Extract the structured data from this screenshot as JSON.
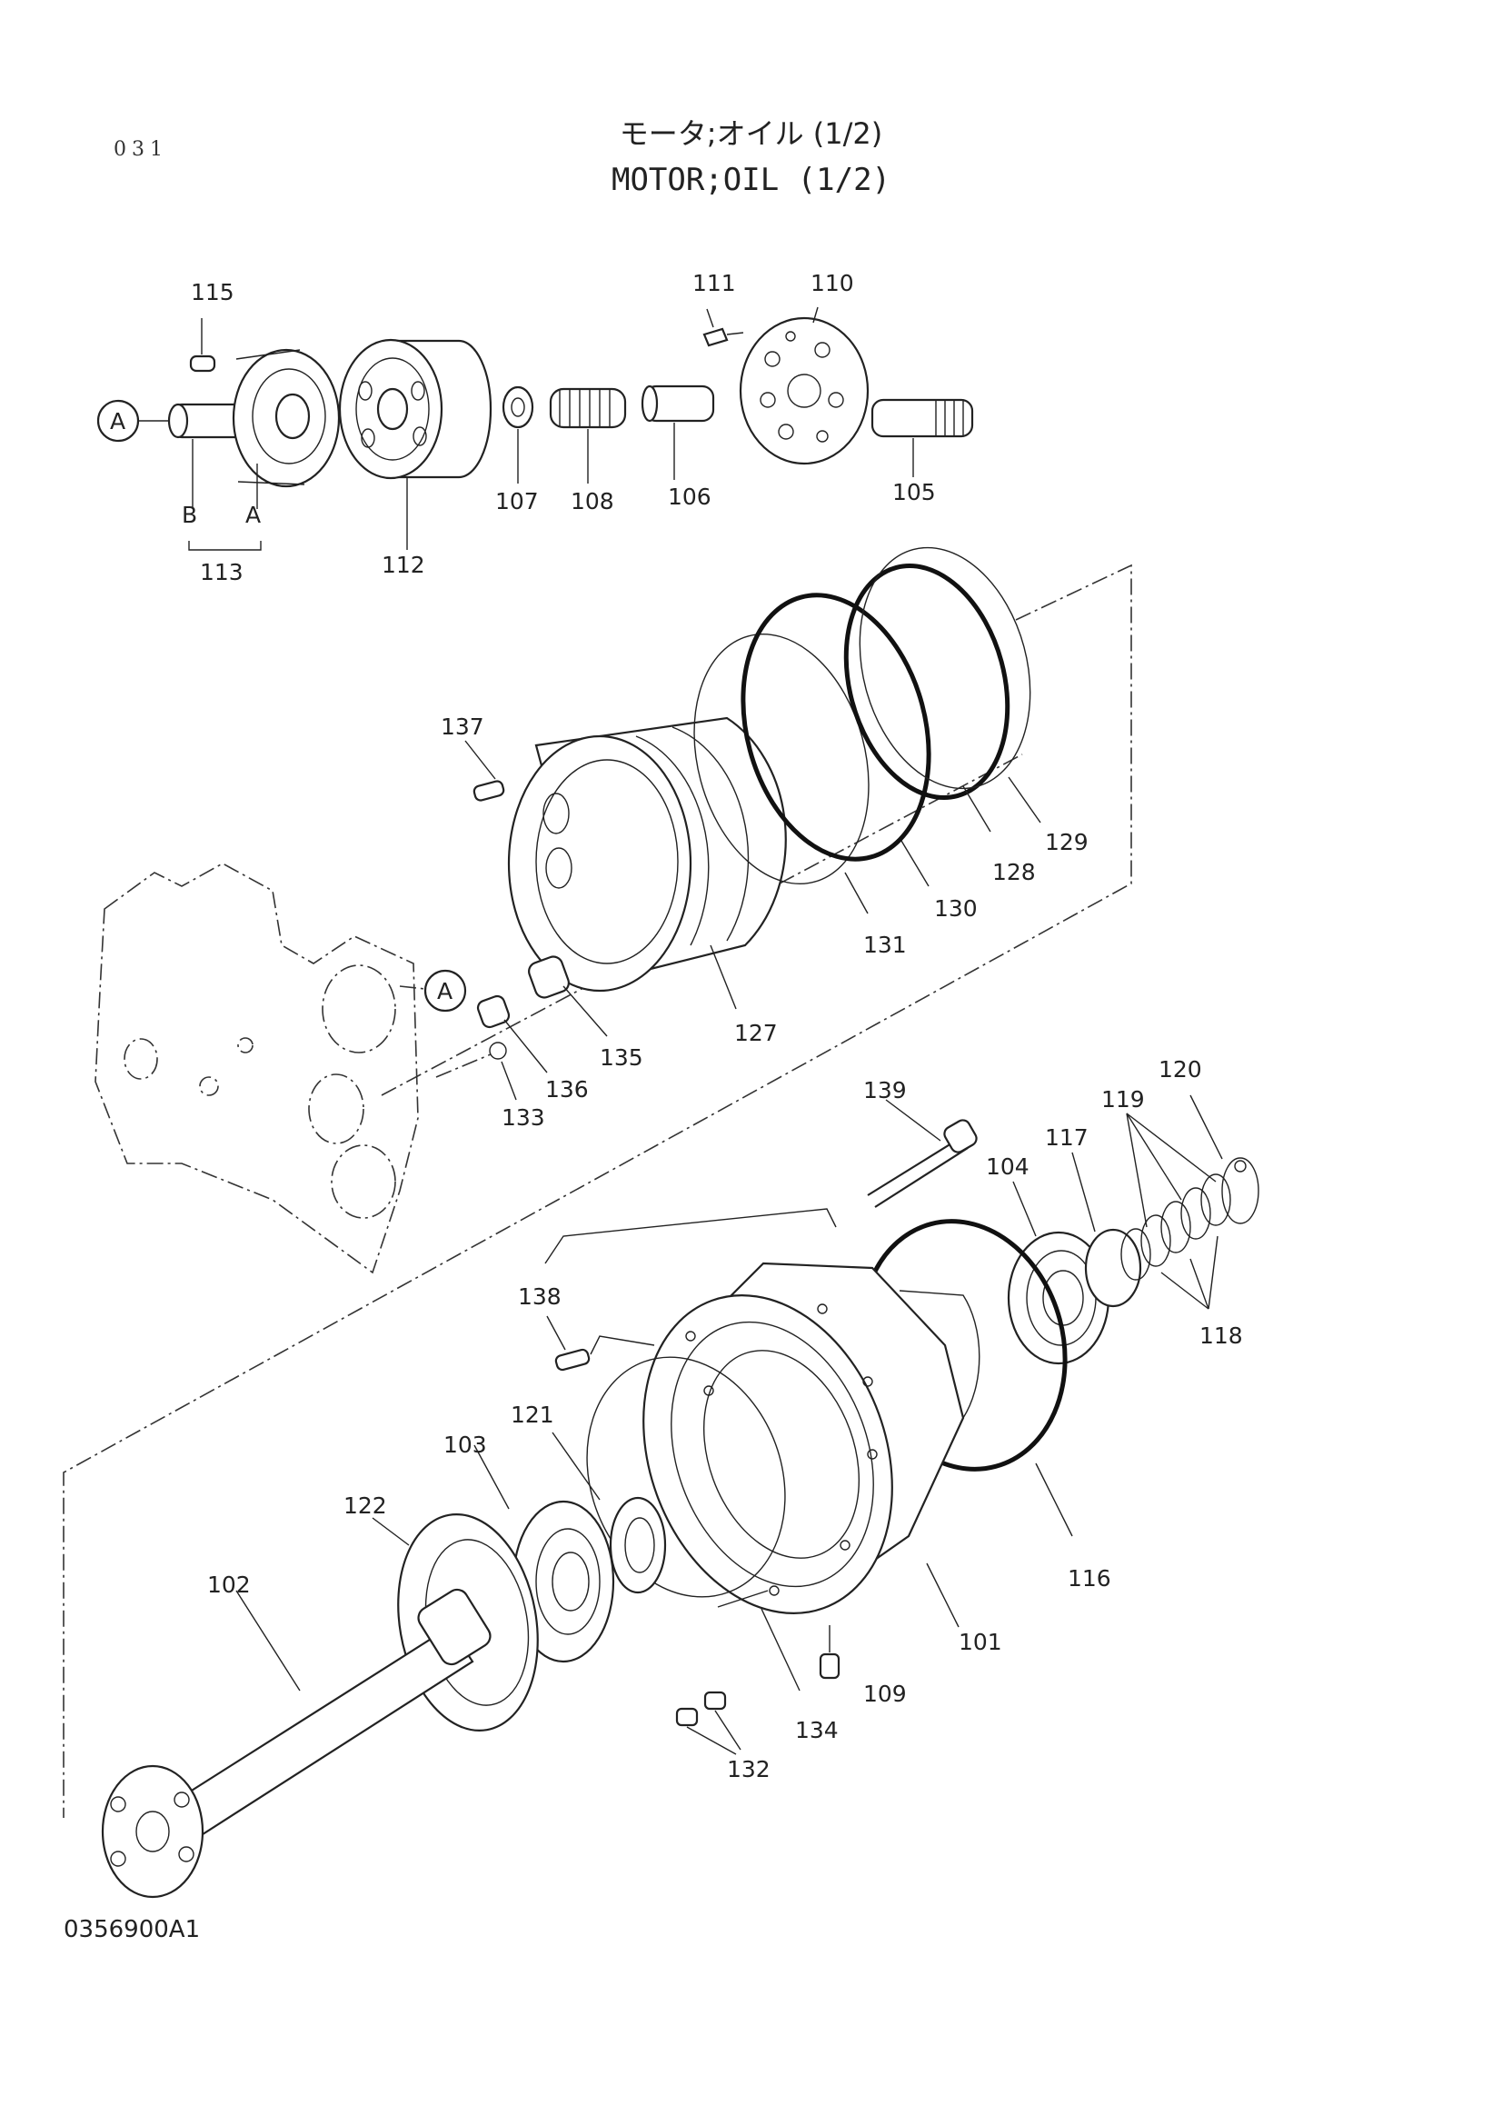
{
  "header": {
    "page_number": "031",
    "title_jp": "モータ;オイル (1/2)",
    "title_en": "MOTOR;OIL (1/2)"
  },
  "footer": {
    "drawing_code": "0356900A1"
  },
  "ref_markers": {
    "a_label": "A"
  },
  "part_labels": {
    "p101": "101",
    "p102": "102",
    "p103": "103",
    "p104": "104",
    "p105": "105",
    "p106": "106",
    "p107": "107",
    "p108": "108",
    "p109": "109",
    "p110": "110",
    "p111": "111",
    "p112": "112",
    "p113": "113",
    "p113a": "A",
    "p113b": "B",
    "p115": "115",
    "p116": "116",
    "p117": "117",
    "p118": "118",
    "p119": "119",
    "p120": "120",
    "p121": "121",
    "p122": "122",
    "p127": "127",
    "p128": "128",
    "p129": "129",
    "p130": "130",
    "p131": "131",
    "p132": "132",
    "p133": "133",
    "p134": "134",
    "p135": "135",
    "p136": "136",
    "p137": "137",
    "p138": "138",
    "p139": "139"
  }
}
